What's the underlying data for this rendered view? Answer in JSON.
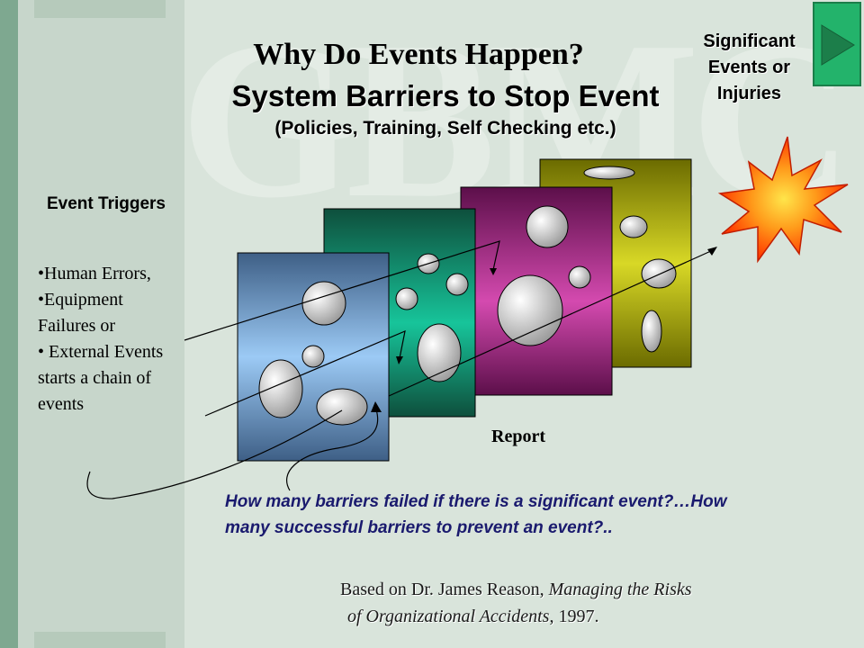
{
  "slide": {
    "title": "Why Do Events Happen?",
    "subtitle": "System Barriers to Stop Event",
    "subtitle_detail": "(Policies, Training, Self Checking etc.)",
    "watermark": "GBMC",
    "outcome_label_lines": [
      "Significant",
      "Events or",
      "Injuries"
    ],
    "triggers_heading": "Event Triggers",
    "trigger_lines": [
      "•Human Errors,",
      "•Equipment",
      "Failures or",
      "• External Events",
      "starts a chain of",
      "events"
    ],
    "report_label": "Report",
    "question": "How many barriers failed if there is a significant event?…How many successful barriers to prevent an event?..",
    "citation_line1_plain": "Based on Dr. James Reason, ",
    "citation_line1_italic": "Managing the Risks",
    "citation_line2_italic": "of Organizational Accidents",
    "citation_line2_plain": ", 1997."
  },
  "nav": {
    "next_icon": "play-triangle-icon"
  },
  "colors": {
    "background": "#d9e4db",
    "accent_green": "#23b36b",
    "question_text": "#1a1a6e",
    "layer_blue": "#7fb0e6",
    "layer_teal": "#13b58e",
    "layer_magenta": "#c23f9e",
    "layer_olive": "#bcbc1a"
  }
}
